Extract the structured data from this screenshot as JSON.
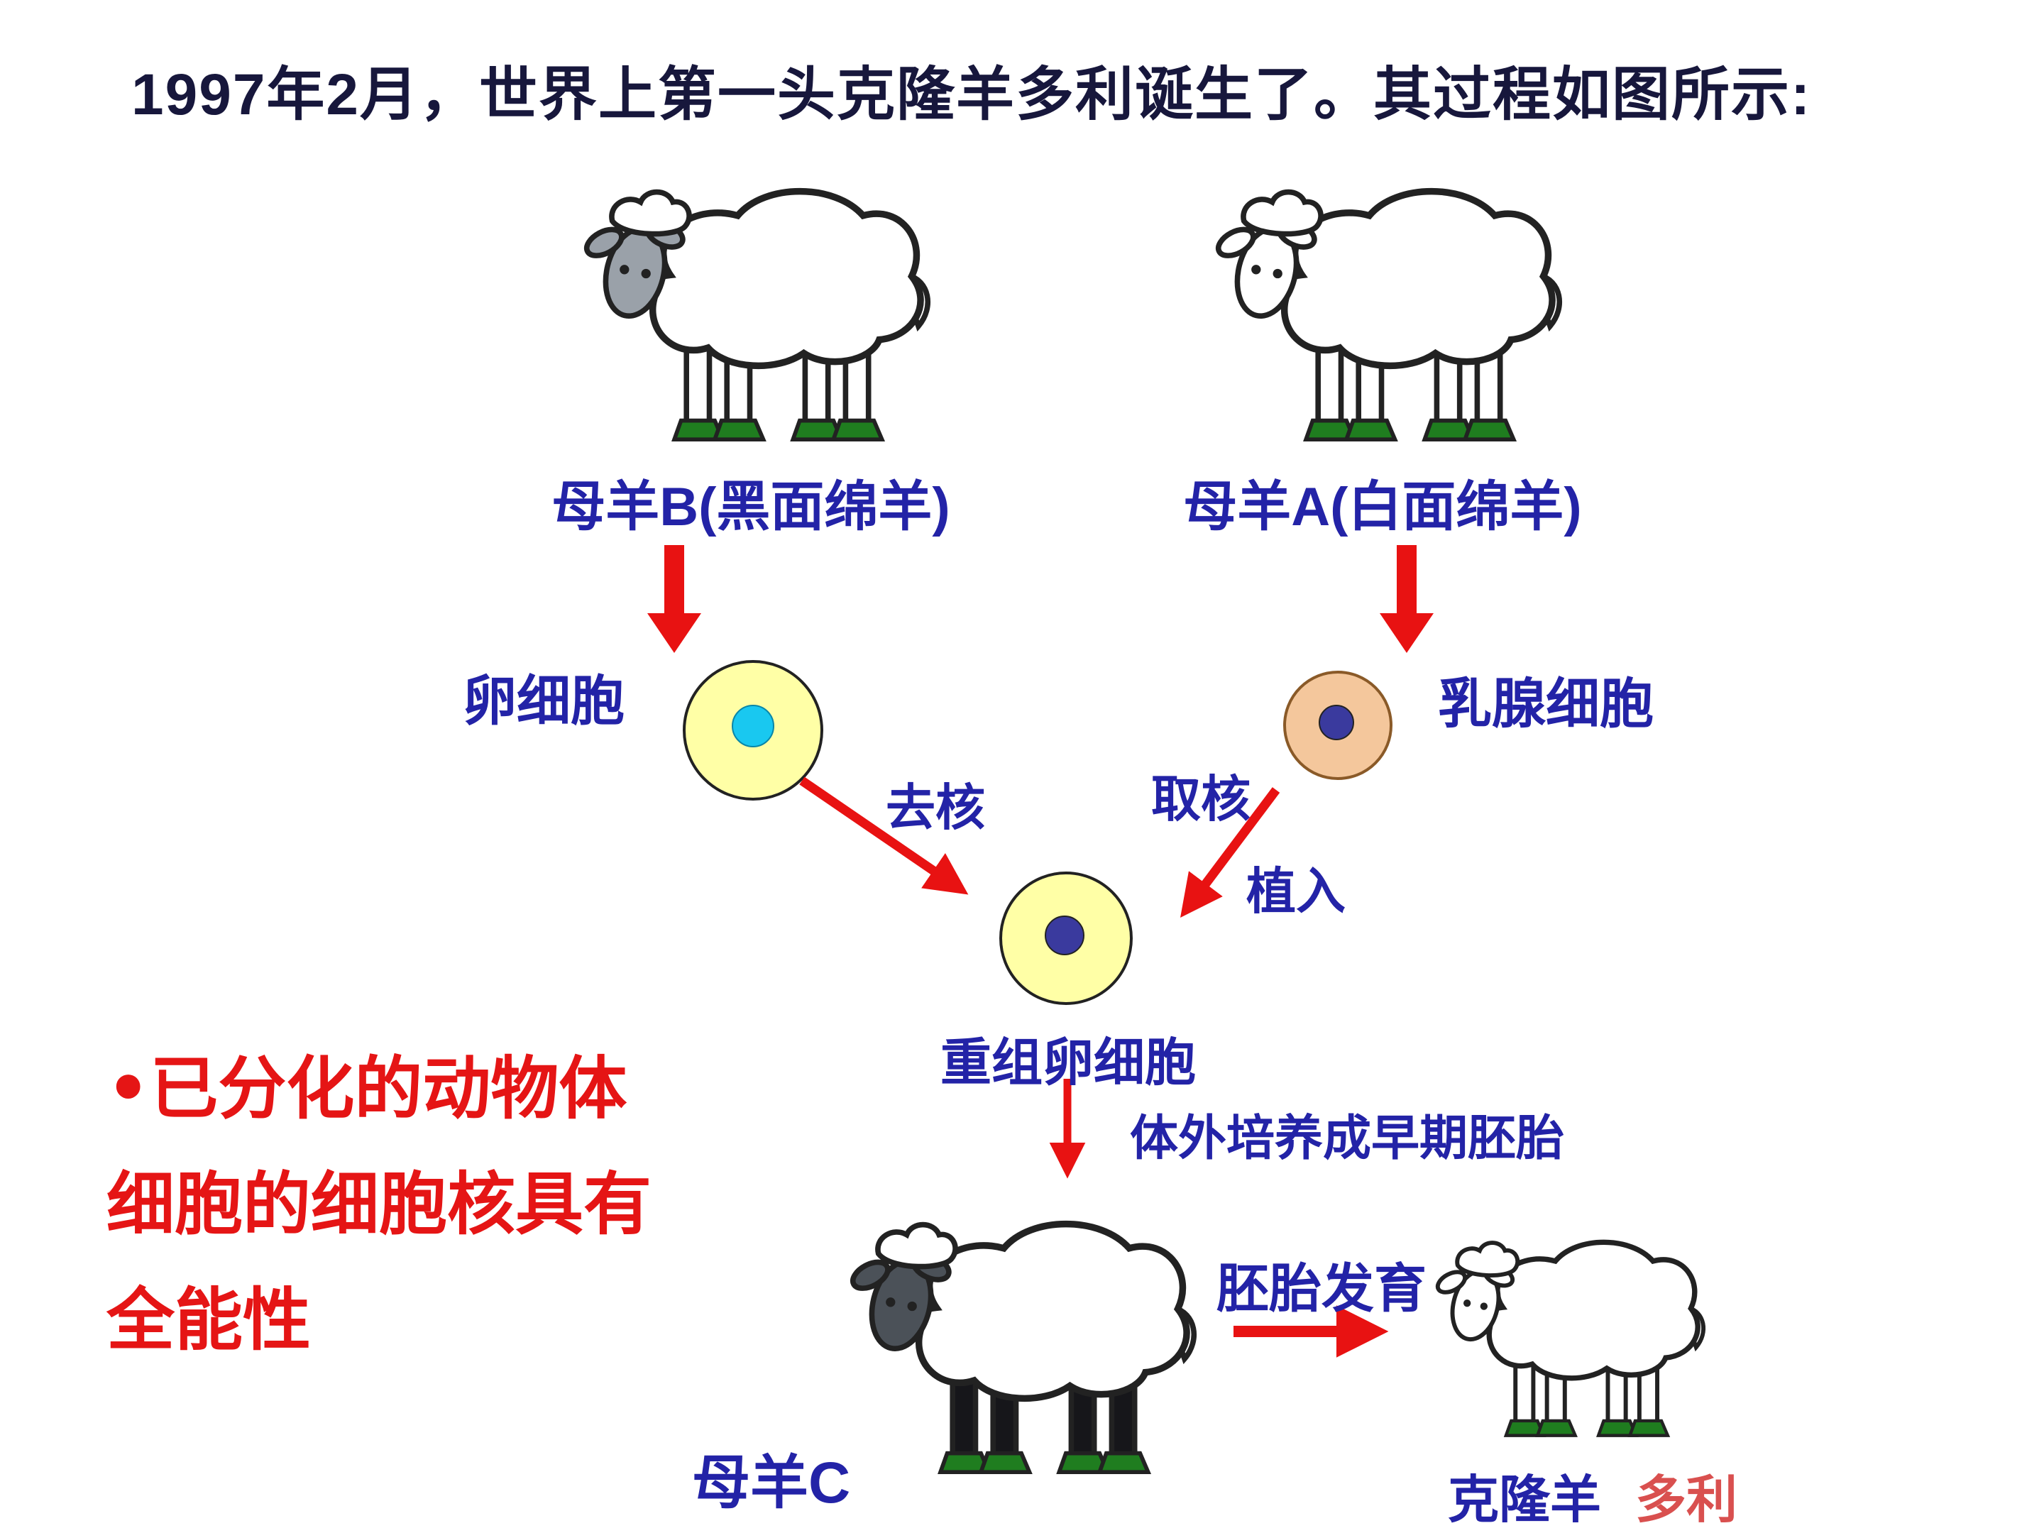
{
  "title": "1997年2月，世界上第一头克隆羊多利诞生了。其过程如图所示:",
  "diagram": {
    "sheep_b_label": "母羊B(黑面绵羊)",
    "sheep_a_label": "母羊A(白面绵羊)",
    "egg_cell_label": "卵细胞",
    "mammary_cell_label": "乳腺细胞",
    "remove_nucleus_label": "去核",
    "take_nucleus_label": "取核",
    "implant_label": "植入",
    "recombinant_cell_label": "重组卵细胞",
    "culture_label": "体外培养成早期胚胎",
    "sheep_c_label": "母羊C",
    "embryo_develop_label": "胚胎发育",
    "clone_sheep_label": "克隆羊",
    "dolly_label": "多利"
  },
  "note": {
    "line1": "•已分化的动物体",
    "line2": "细胞的细胞核具有",
    "line3": "全能性"
  },
  "colors": {
    "arrow_red": "#e81212",
    "label_blue": "#2323a7",
    "note_red": "#e51515",
    "dolly_red": "#d9504f",
    "egg_cell_fill": "#ffffa6",
    "mammary_cell_fill": "#f4c79c",
    "egg_nucleus_cyan": "#19c8f0",
    "nucleus_navy": "#3a3a9e",
    "hoof_green": "#1f7d1f"
  }
}
